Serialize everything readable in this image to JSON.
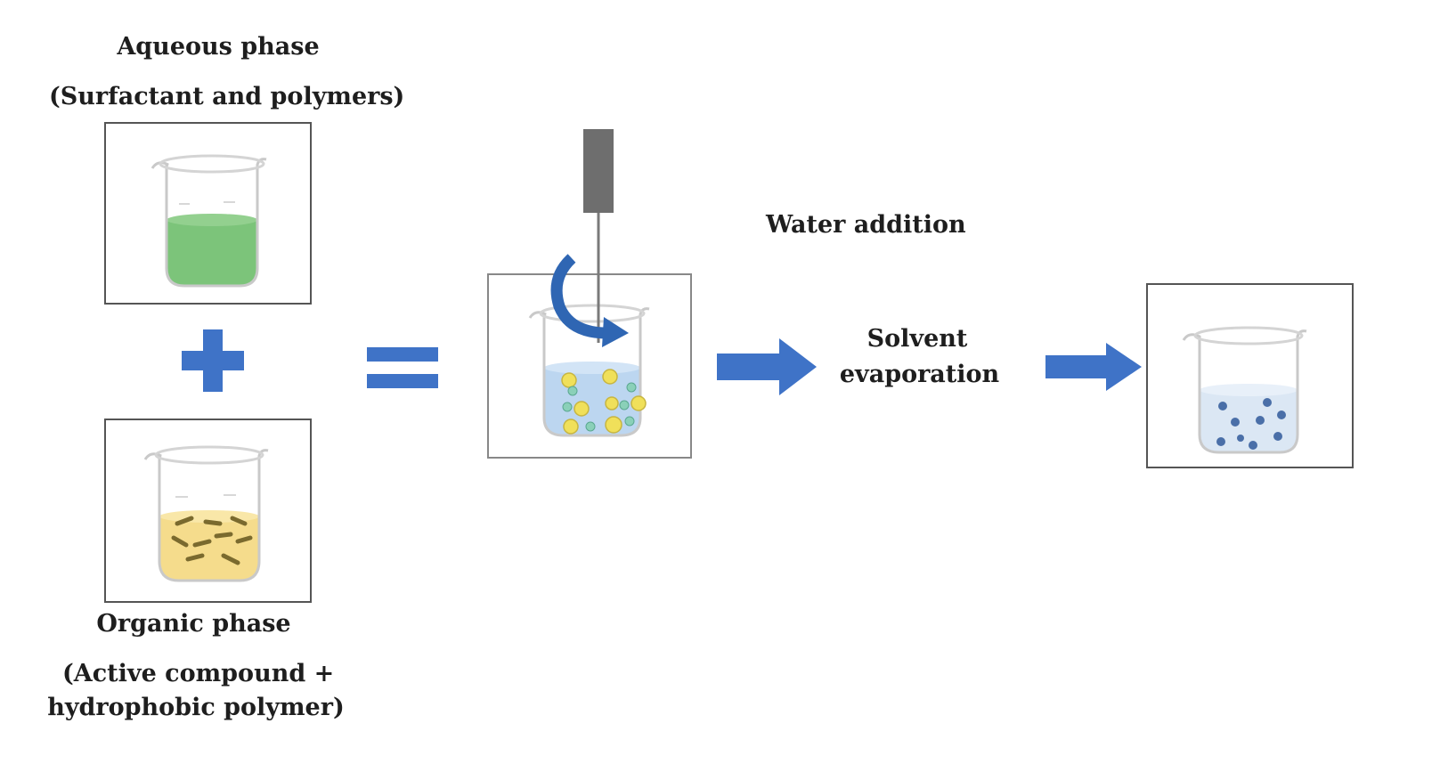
{
  "labels": {
    "aqueous_title": "Aqueous phase",
    "aqueous_sub": "(Surfactant and polymers)",
    "organic_title": "Organic phase",
    "organic_sub_1": "(Active compound +",
    "organic_sub_2": "hydrophobic polymer)",
    "water_addition": "Water addition",
    "solvent_1": "Solvent",
    "solvent_2": "evaporation"
  },
  "colors": {
    "arrow_blue": "#3f73c7",
    "aqueous_liquid": "#7cc47a",
    "organic_liquid": "#f5dc8c",
    "organic_rods": "#7a6a2e",
    "emulsion_liquid": "#bcd6f0",
    "emulsion_droplet": "#f0e05a",
    "emulsion_small_droplet": "#8ad0b8",
    "nanoparticle": "#4a6fa8",
    "stirrer_body": "#6e6e6e",
    "stir_arrow": "#2f66b3"
  },
  "icons": {
    "plus": "plus-icon",
    "equals": "equals-icon",
    "arrow": "right-arrow-icon",
    "stir": "rotation-arrow-icon"
  }
}
